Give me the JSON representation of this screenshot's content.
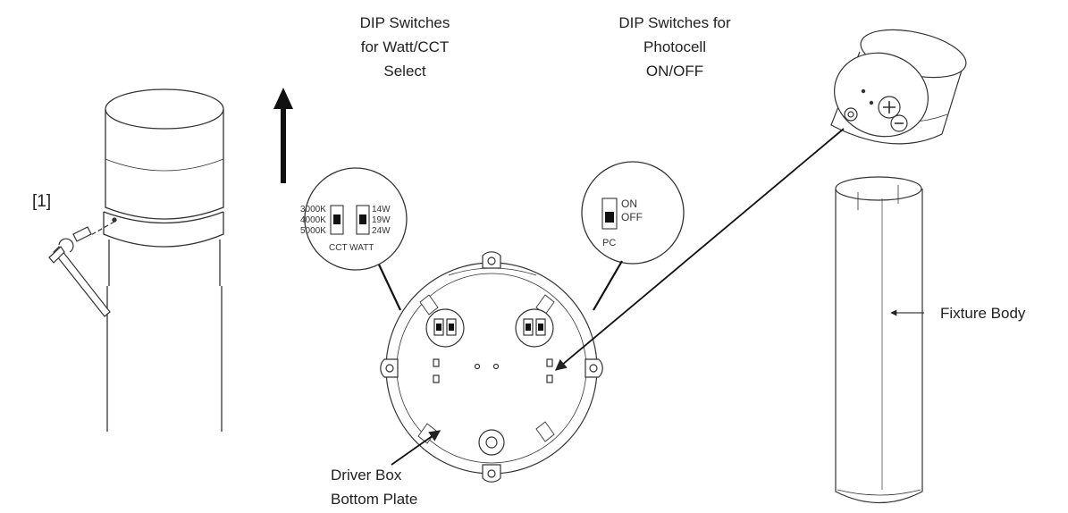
{
  "step_label": "[1]",
  "cct_callout": {
    "heading": [
      "DIP Switches",
      "for Watt/CCT",
      "Select"
    ],
    "cct_options": [
      "3000K",
      "4000K",
      "5000K"
    ],
    "watt_options": [
      "14W",
      "19W",
      "24W"
    ],
    "footer": "CCT WATT"
  },
  "pc_callout": {
    "heading": [
      "DIP Switches for",
      "Photocell",
      "ON/OFF"
    ],
    "on_label": "ON",
    "off_label": "OFF",
    "footer": "PC"
  },
  "driver_box_label": [
    "Driver Box",
    "Bottom Plate"
  ],
  "fixture_body_label": "Fixture Body",
  "colors": {
    "line": "#333333",
    "fill": "#ffffff",
    "switch": "#111111"
  }
}
